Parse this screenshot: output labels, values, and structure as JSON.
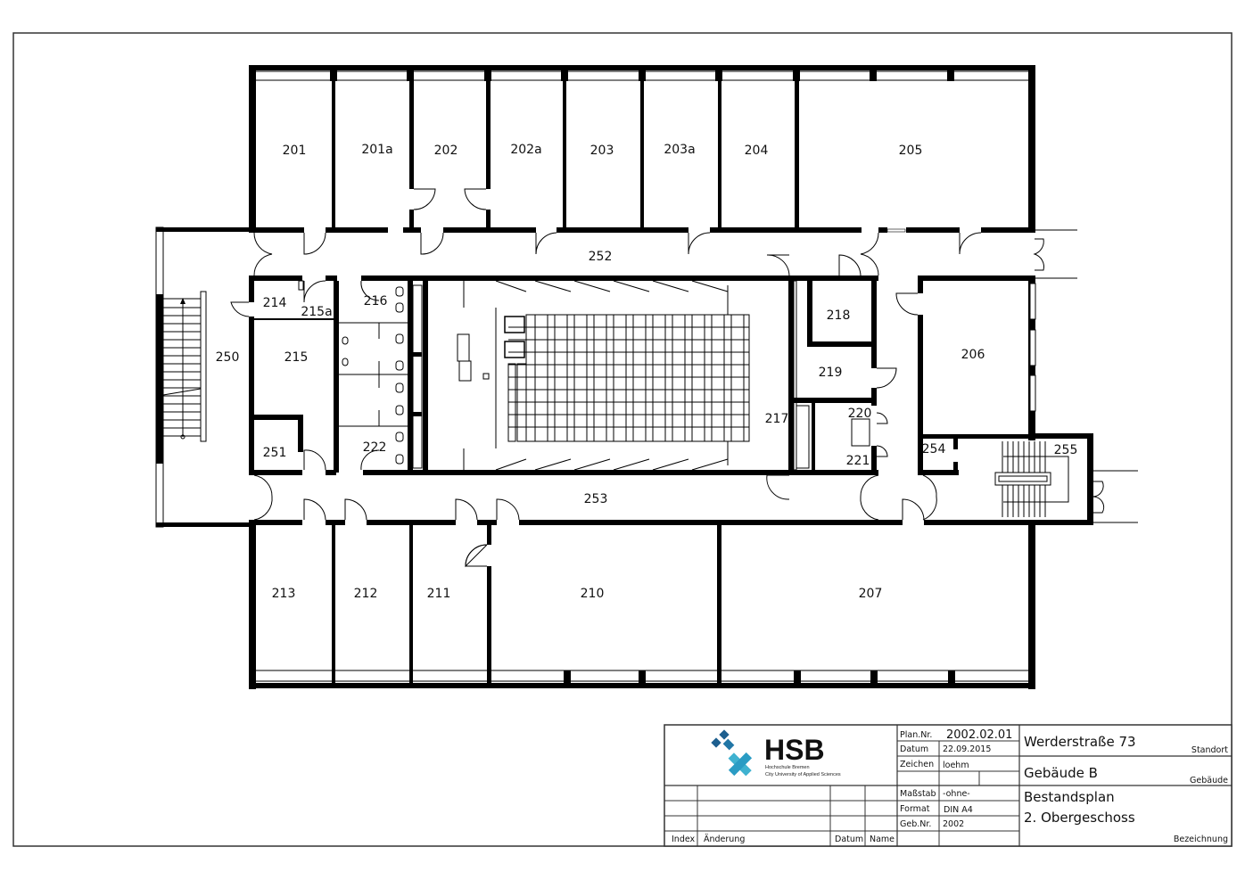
{
  "drawing": {
    "type": "floor-plan",
    "building": "Gebäude B",
    "floor": "2. Obergeschoss"
  },
  "rooms": {
    "r201": "201",
    "r201a": "201a",
    "r202": "202",
    "r202a": "202a",
    "r203": "203",
    "r203a": "203a",
    "r204": "204",
    "r205": "205",
    "r206": "206",
    "r207": "207",
    "r210": "210",
    "r211": "211",
    "r212": "212",
    "r213": "213",
    "r214": "214",
    "r215": "215",
    "r215a": "215a",
    "r216": "216",
    "r217": "217",
    "r218": "218",
    "r219": "219",
    "r220": "220",
    "r221": "221",
    "r222": "222",
    "r250": "250",
    "r251": "251",
    "r252": "252",
    "r253": "253",
    "r254": "254",
    "r255": "255"
  },
  "title_block": {
    "logo": {
      "name": "HSB",
      "line1": "Hochschule Bremen",
      "line2": "City University of Applied Sciences",
      "colors": {
        "dark": "#1d5f8f",
        "mid": "#2a85b5",
        "light": "#3fb2d0"
      }
    },
    "fields": {
      "plan_nr_label": "Plan.Nr.",
      "plan_nr": "2002.02.01",
      "datum_label": "Datum",
      "datum": "22.09.2015",
      "zeichen_label": "Zeichen",
      "zeichen": "loehm",
      "massstab_label": "Maßstab",
      "massstab": "-ohne-",
      "format_label": "Format",
      "format": "DIN A4",
      "gebnr_label": "Geb.Nr.",
      "gebnr": "2002"
    },
    "revision_headers": {
      "index": "Index",
      "aenderung": "Änderung",
      "datum": "Datum",
      "name": "Name"
    },
    "standort": "Werderstraße 73",
    "standort_label": "Standort",
    "gebaeude": "Gebäude B",
    "gebaeude_label": "Gebäude",
    "bezeichnung_line1": "Bestandsplan",
    "bezeichnung_line2": "2. Obergeschoss",
    "bezeichnung_label": "Bezeichnung"
  }
}
